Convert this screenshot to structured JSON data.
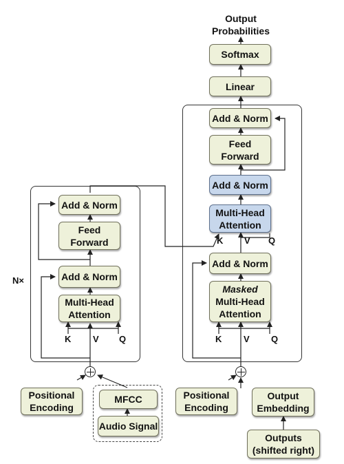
{
  "output": {
    "title_line1": "Output",
    "title_line2": "Probabilities"
  },
  "decoder": {
    "softmax": "Softmax",
    "linear": "Linear",
    "add_norm_top": "Add & Norm",
    "feed_forward_1": "Feed",
    "feed_forward_2": "Forward",
    "add_norm_mid": "Add & Norm",
    "cross_attention_1": "Multi-Head",
    "cross_attention_2": "Attention",
    "add_norm_low": "Add & Norm",
    "masked_1": "Masked",
    "masked_2": "Multi-Head",
    "masked_3": "Attention",
    "cross_k": "K",
    "cross_v": "V",
    "cross_q": "Q",
    "self_k": "K",
    "self_v": "V",
    "self_q": "Q"
  },
  "encoder": {
    "repeat_label": "N×",
    "add_norm_top": "Add & Norm",
    "feed_forward_1": "Feed",
    "feed_forward_2": "Forward",
    "add_norm_low": "Add & Norm",
    "attention_1": "Multi-Head",
    "attention_2": "Attention",
    "k": "K",
    "v": "V",
    "q": "Q"
  },
  "inputs": {
    "enc_positional_1": "Positional",
    "enc_positional_2": "Encoding",
    "mfcc": "MFCC",
    "audio_signal": "Audio Signal",
    "dec_positional_1": "Positional",
    "dec_positional_2": "Encoding",
    "output_embedding_1": "Output",
    "output_embedding_2": "Embedding",
    "outputs_1": "Outputs",
    "outputs_2": "(shifted right)"
  },
  "colors": {
    "block": "#eef1da",
    "highlight": "#c7d7ec",
    "line": "#222222"
  }
}
